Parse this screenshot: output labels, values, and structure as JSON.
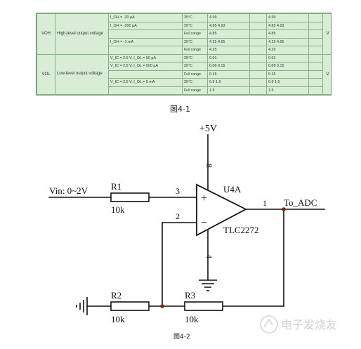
{
  "table": {
    "rows": [
      {
        "cells": [
          "I_OH = -20 µA",
          "25°C",
          "4.99",
          "",
          "4.99",
          ""
        ]
      },
      {
        "cells": [
          "I_OH = -200 µA",
          "25°C",
          "4.85  4.93",
          "",
          "4.85  4.93",
          ""
        ]
      },
      {
        "cells": [
          "",
          "Full range",
          "4.85",
          "",
          "4.85",
          ""
        ]
      },
      {
        "cells": [
          "I_OH = -1 mA",
          "25°C",
          "4.25  4.65",
          "",
          "4.25  4.65",
          ""
        ]
      },
      {
        "cells": [
          "",
          "Full range",
          "4.25",
          "",
          "4.25",
          ""
        ]
      },
      {
        "cells": [
          "V_IC = 2.5 V,    I_OL = 50 µA",
          "25°C",
          "0.01",
          "",
          "0.01",
          ""
        ]
      },
      {
        "cells": [
          "V_IC = 2.5 V,    I_OL = 500 µA",
          "25°C",
          "0.09  0.15",
          "",
          "0.09  0.15",
          ""
        ]
      },
      {
        "cells": [
          "",
          "Full range",
          "0.15",
          "",
          "0.15",
          ""
        ]
      },
      {
        "cells": [
          "V_IC = 2.5 V,    I_OL = 5 mA",
          "25°C",
          "0.9  1.5",
          "",
          "0.9  1.5",
          ""
        ]
      },
      {
        "cells": [
          "",
          "Full range",
          "1.5",
          "",
          "1.5",
          ""
        ]
      }
    ],
    "voh": {
      "symbol": "VOH",
      "label": "High-level output voltage"
    },
    "vol": {
      "symbol": "VOL",
      "label": "Low-level output voltage"
    },
    "unit": "V"
  },
  "captions": {
    "fig1": "图4-1",
    "fig2": "图4-2"
  },
  "schematic": {
    "supply": "+5V",
    "input_label": "Vin: 0~2V",
    "r1_name": "R1",
    "r1_value": "10k",
    "r2_name": "R2",
    "r2_value": "10k",
    "r3_name": "R3",
    "r3_value": "10k",
    "opamp_ref": "U4A",
    "opamp_part": "TLC2272",
    "pin_plus": "3",
    "pin_minus": "2",
    "pin_out": "1",
    "pin_vcc": "8",
    "pin_gnd": "4",
    "plus_sign": "+",
    "minus_sign": "−",
    "output_label": "To_ADC"
  },
  "watermark": "电子发烧友",
  "colors": {
    "table_bg": "#d8ecd6",
    "wire": "#111111",
    "pin": "#8b1a1a"
  }
}
